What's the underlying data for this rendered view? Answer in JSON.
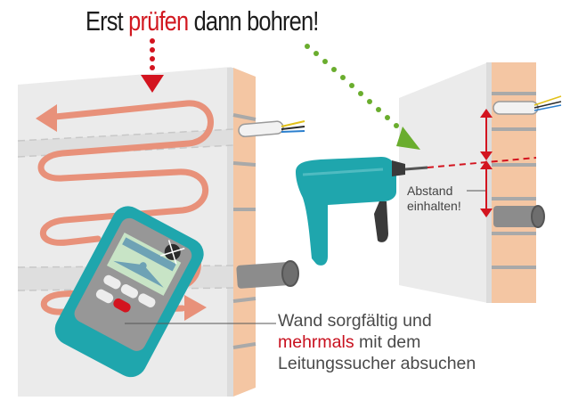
{
  "title": {
    "part1": "Erst ",
    "highlight": "prüfen",
    "part2": " dann bohren!"
  },
  "caption": {
    "line1": "Wand sorgfältig und",
    "line2_highlight": "mehrmals",
    "line2_rest": " mit dem",
    "line3": "Leitungssucher absuchen"
  },
  "distance_label": {
    "line1": "Abstand",
    "line2": "einhalten!"
  },
  "colors": {
    "highlight_red": "#d21921",
    "arrow_green": "#6aad2e",
    "scan_path": "#e8917a",
    "tool_teal": "#1fa6ad",
    "brick": "#f3c6a2",
    "wall": "#ececec"
  },
  "icons": {
    "top_arrow": "red-dotted-down-arrow",
    "drill_arrow": "green-dotted-diagonal-arrow",
    "scanner": "cable-detector-device",
    "drill": "power-drill",
    "cable": "electrical-cable",
    "pipe": "water-pipe"
  }
}
